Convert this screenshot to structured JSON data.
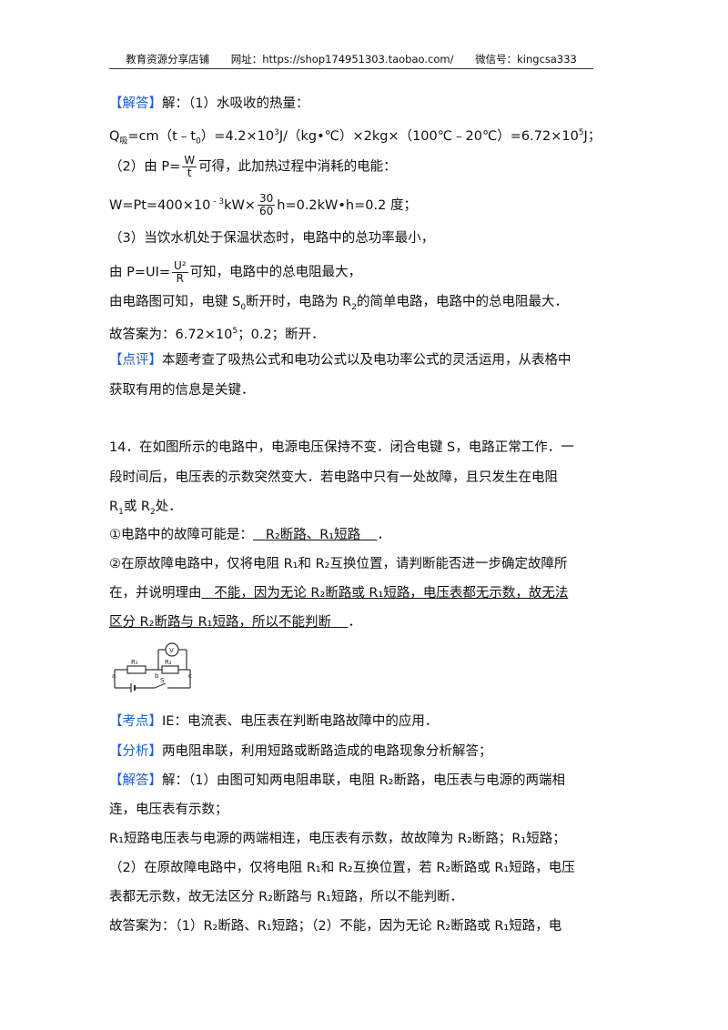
{
  "header": {
    "shop": "教育资源分享店铺",
    "url_label": "网址：https://shop174951303.taobao.com/",
    "wechat": "微信号：kingcsa333"
  },
  "q13_answer": {
    "tag_answer": "【解答】",
    "l1": "解：（1）水吸收的热量：",
    "l2_a": "Q",
    "l2_sub": "吸",
    "l2_b": "=cm（t﹣t",
    "l2_sub0": "0",
    "l2_c": "）=4.2×10",
    "l2_sup3": "3",
    "l2_d": "J/（kg•℃）×2kg×（100℃﹣20℃）=6.72×10",
    "l2_sup5": "5",
    "l2_e": "J；",
    "l3_a": "（2）由 P=",
    "l3_num": "W",
    "l3_den": "t",
    "l3_b": "可得，此加热过程中消耗的电能：",
    "l4_a": "W=Pt=400×10",
    "l4_sup": "﹣3",
    "l4_b": "kW×",
    "l4_num": "30",
    "l4_den": "60",
    "l4_c": "h=0.2kW•h=0.2 度；",
    "l5": "（3）当饮水机处于保温状态时，电路中的总功率最小，",
    "l6_a": "由 P=UI=",
    "l6_num": "U²",
    "l6_den": "R",
    "l6_b": "可知，电路中的总电阻最大，",
    "l7_a": "由电路图可知，电键 S",
    "l7_sub": "0",
    "l7_b": "断开时，电路为 R",
    "l7_sub2": "2",
    "l7_c": "的简单电路，电路中的总电阻最大．",
    "l8_a": "故答案为：6.72×10",
    "l8_sup": "5",
    "l8_b": "；0.2；断开．",
    "tag_comment": "【点评】",
    "l9": "本题考查了吸热公式和电功公式以及电功率公式的灵活运用，从表格中",
    "l10": "获取有用的信息是关键．"
  },
  "q14": {
    "l1": "14．在如图所示的电路中，电源电压保持不变．闭合电键 S，电路正常工作．一",
    "l2": "段时间后，电压表的示数突然变大．若电路中只有一处故障，且只发生在电阻",
    "l3_a": "R",
    "l3_sub1": "1",
    "l3_b": "或 R",
    "l3_sub2": "2",
    "l3_c": "处．",
    "l4_a": "①电路中的故障可能是：",
    "l4_ans": "R₂断路、R₁短路",
    "l4_b": "．",
    "l5": "②在原故障电路中，仅将电阻 R₁和 R₂互换位置，请判断能否进一步确定故障所",
    "l6_a": "在，并说明理由",
    "l6_ans": "不能，因为无论 R₂断路或 R₁短路，电压表都无示数，故无法",
    "l7_ans": "区分 R₂断路与 R₁短路，所以不能判断",
    "l7_b": "．",
    "circuit_labels": {
      "r1": "R₁",
      "r2": "R₂",
      "a": "a",
      "b": "b",
      "c": "c",
      "s": "S",
      "v": "V"
    },
    "tag_point": "【考点】",
    "point": "IE：电流表、电压表在判断电路故障中的应用．",
    "tag_analysis": "【分析】",
    "analysis": "两电阻串联，利用短路或断路造成的电路现象分析解答；",
    "tag_answer": "【解答】",
    "a1": "解：（1）由图可知两电阻串联，电阻 R₂断路，电压表与电源的两端相",
    "a2": "连，电压表有示数；",
    "a3": "R₁短路电压表与电源的两端相连，电压表有示数，故故障为 R₂断路；R₁短路；",
    "a4": "（2）在原故障电路中，仅将电阻 R₁和 R₂互换位置，若 R₂断路或 R₁短路，电压",
    "a5": "表都无示数，故无法区分 R₂断路与 R₁短路，所以不能判断．",
    "a6": "故答案为：（1）R₂断路、R₁短路；（2）不能，因为无论 R₂断路或 R₁短路，电"
  }
}
